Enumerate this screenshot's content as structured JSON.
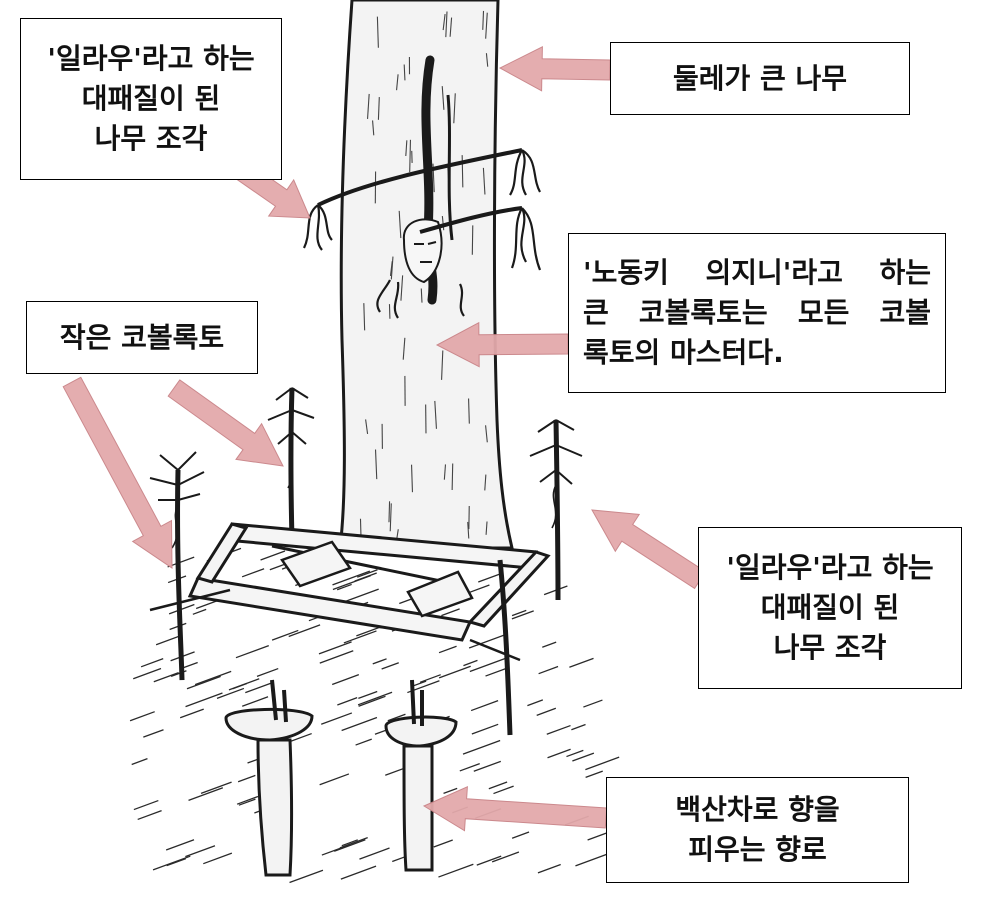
{
  "labels": {
    "top_left": [
      "'일라우'라고 하는",
      "대패질이 된",
      "나무 조각"
    ],
    "top_right": [
      "둘레가 큰 나무"
    ],
    "small_kobolds": [
      "작은 코볼록토"
    ],
    "master_kobold": [
      "'노동키 의지니'라고 하는",
      "큰 코볼록토는 모든 코볼",
      "록토의 마스터다."
    ],
    "right": [
      "'일라우'라고 하는",
      "대패질이 된",
      "나무 조각"
    ],
    "censer": [
      "백산차로 향을",
      "피우는 향로"
    ]
  },
  "colors": {
    "arrow_fill": "#e3a9ab",
    "arrow_edge": "#c98387",
    "ink": "#1a1a1a",
    "label_border": "#000000"
  }
}
